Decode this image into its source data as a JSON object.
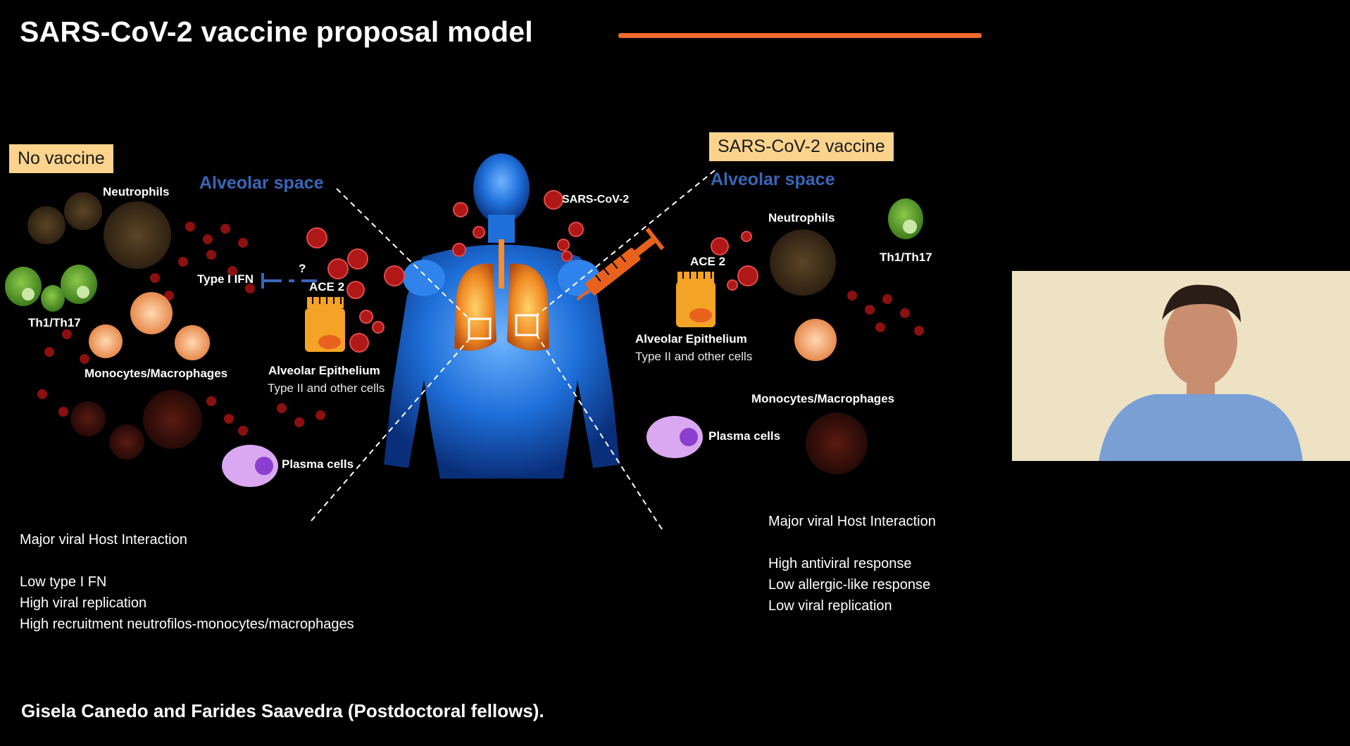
{
  "slide": {
    "title": "SARS-CoV-2 vaccine proposal model",
    "credit": "Gisela Canedo and Farides Saavedra (Postdoctoral fellows)."
  },
  "left_panel": {
    "tag": "No vaccine",
    "space_label": "Alveolar space",
    "neutrophils": "Neutrophils",
    "th": "Th1/Th17",
    "ifn": "Type I IFN",
    "question": "?",
    "ace2": "ACE 2",
    "monocytes": "Monocytes/Macrophages",
    "epithelium": "Alveolar Epithelium",
    "epithelium_sub": "Type II and other cells",
    "plasma": "Plasma cells",
    "summary": [
      "Major viral Host Interaction",
      "Low type I FN",
      "High viral replication",
      "High recruitment neutrofilos-monocytes/macrophages"
    ]
  },
  "center": {
    "virus_label": "SARS-CoV-2"
  },
  "right_panel": {
    "tag": "SARS-CoV-2 vaccine",
    "space_label": "Alveolar space",
    "neutrophils": "Neutrophils",
    "th": "Th1/Th17",
    "ace2": "ACE 2",
    "epithelium": "Alveolar Epithelium",
    "epithelium_sub": "Type II and other cells",
    "monocytes": "Monocytes/Macrophages",
    "plasma": "Plasma cells",
    "summary": [
      "Major viral Host Interaction",
      "High antiviral response",
      "Low allergic-like response",
      "Low viral replication"
    ]
  },
  "colors": {
    "background": "#000000",
    "accent_rule": "#f26a2e",
    "tag_bg": "#fbd38d",
    "alveolar_label": "#3a66b8",
    "body_blue": "#1e6fd9",
    "lungs": "#f08a24",
    "virus_red": "#b01818",
    "th_green": "#5a9a2a",
    "plasma_purple": "#d9a8f0"
  }
}
